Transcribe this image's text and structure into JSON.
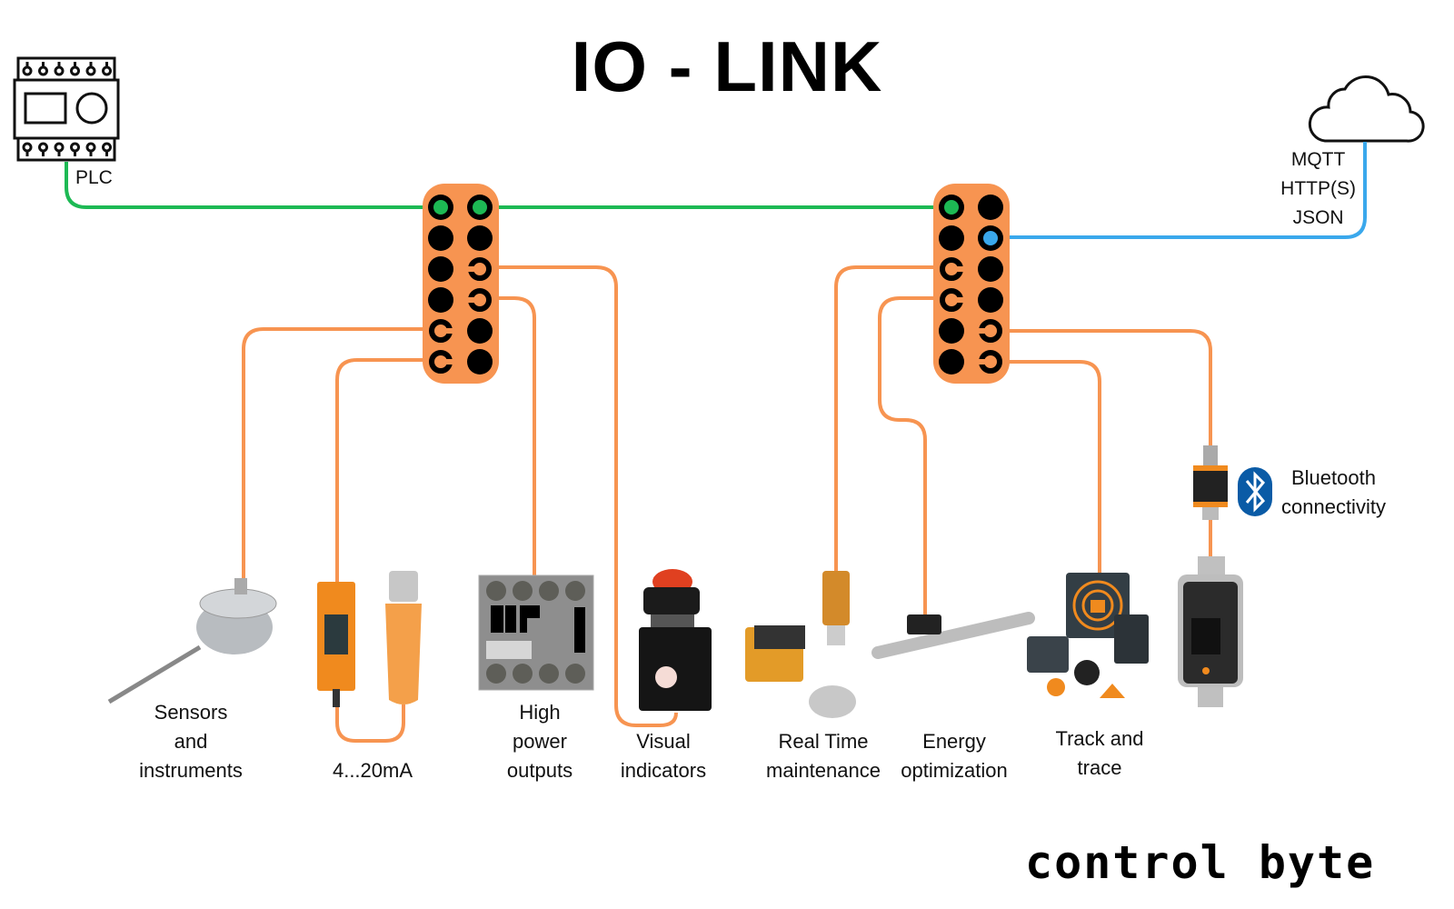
{
  "title": "IO - LINK",
  "colors": {
    "wire_orange": "#F79451",
    "wire_green": "#1DB954",
    "wire_blue": "#3AA8EC",
    "master_body": "#F79451",
    "port": "#000000",
    "bluetooth": "#0A5BA6"
  },
  "plc": {
    "icon": "plc-icon",
    "label": "PLC"
  },
  "cloud": {
    "icon": "cloud-icon",
    "protocols": [
      "MQTT",
      "HTTP(S)",
      "JSON"
    ]
  },
  "masters": [
    {
      "name": "io-link-master-1",
      "ports_left": [
        "green",
        "filled",
        "filled",
        "filled",
        "ring",
        "ring"
      ],
      "ports_right": [
        "green",
        "filled",
        "ring",
        "ring",
        "filled",
        "filled"
      ]
    },
    {
      "name": "io-link-master-2",
      "ports_left": [
        "green",
        "filled",
        "ring",
        "ring",
        "filled",
        "filled"
      ],
      "ports_right": [
        "filled",
        "blue",
        "filled",
        "filled",
        "ring",
        "ring"
      ]
    }
  ],
  "devices": [
    {
      "id": "sensors",
      "icon": "thermocouple-icon",
      "label": [
        "Sensors",
        "and",
        "instruments"
      ]
    },
    {
      "id": "analog",
      "icon": "analog-converter-icon",
      "label": [
        "4...20mA"
      ]
    },
    {
      "id": "power",
      "icon": "relay-icon",
      "label": [
        "High",
        "power",
        "outputs"
      ]
    },
    {
      "id": "visual",
      "icon": "indicator-light-icon",
      "label": [
        "Visual",
        "indicators"
      ]
    },
    {
      "id": "maintenance",
      "icon": "vibration-sensor-icon",
      "label": [
        "Real Time",
        "maintenance"
      ]
    },
    {
      "id": "energy",
      "icon": "flow-meter-icon",
      "label": [
        "Energy",
        "optimization"
      ]
    },
    {
      "id": "track",
      "icon": "rfid-icon",
      "label": [
        "Track and",
        "trace"
      ]
    },
    {
      "id": "bluetooth",
      "icon": "bluetooth-icon",
      "label": [
        "Bluetooth",
        "connectivity"
      ]
    }
  ],
  "logo": "control byte"
}
